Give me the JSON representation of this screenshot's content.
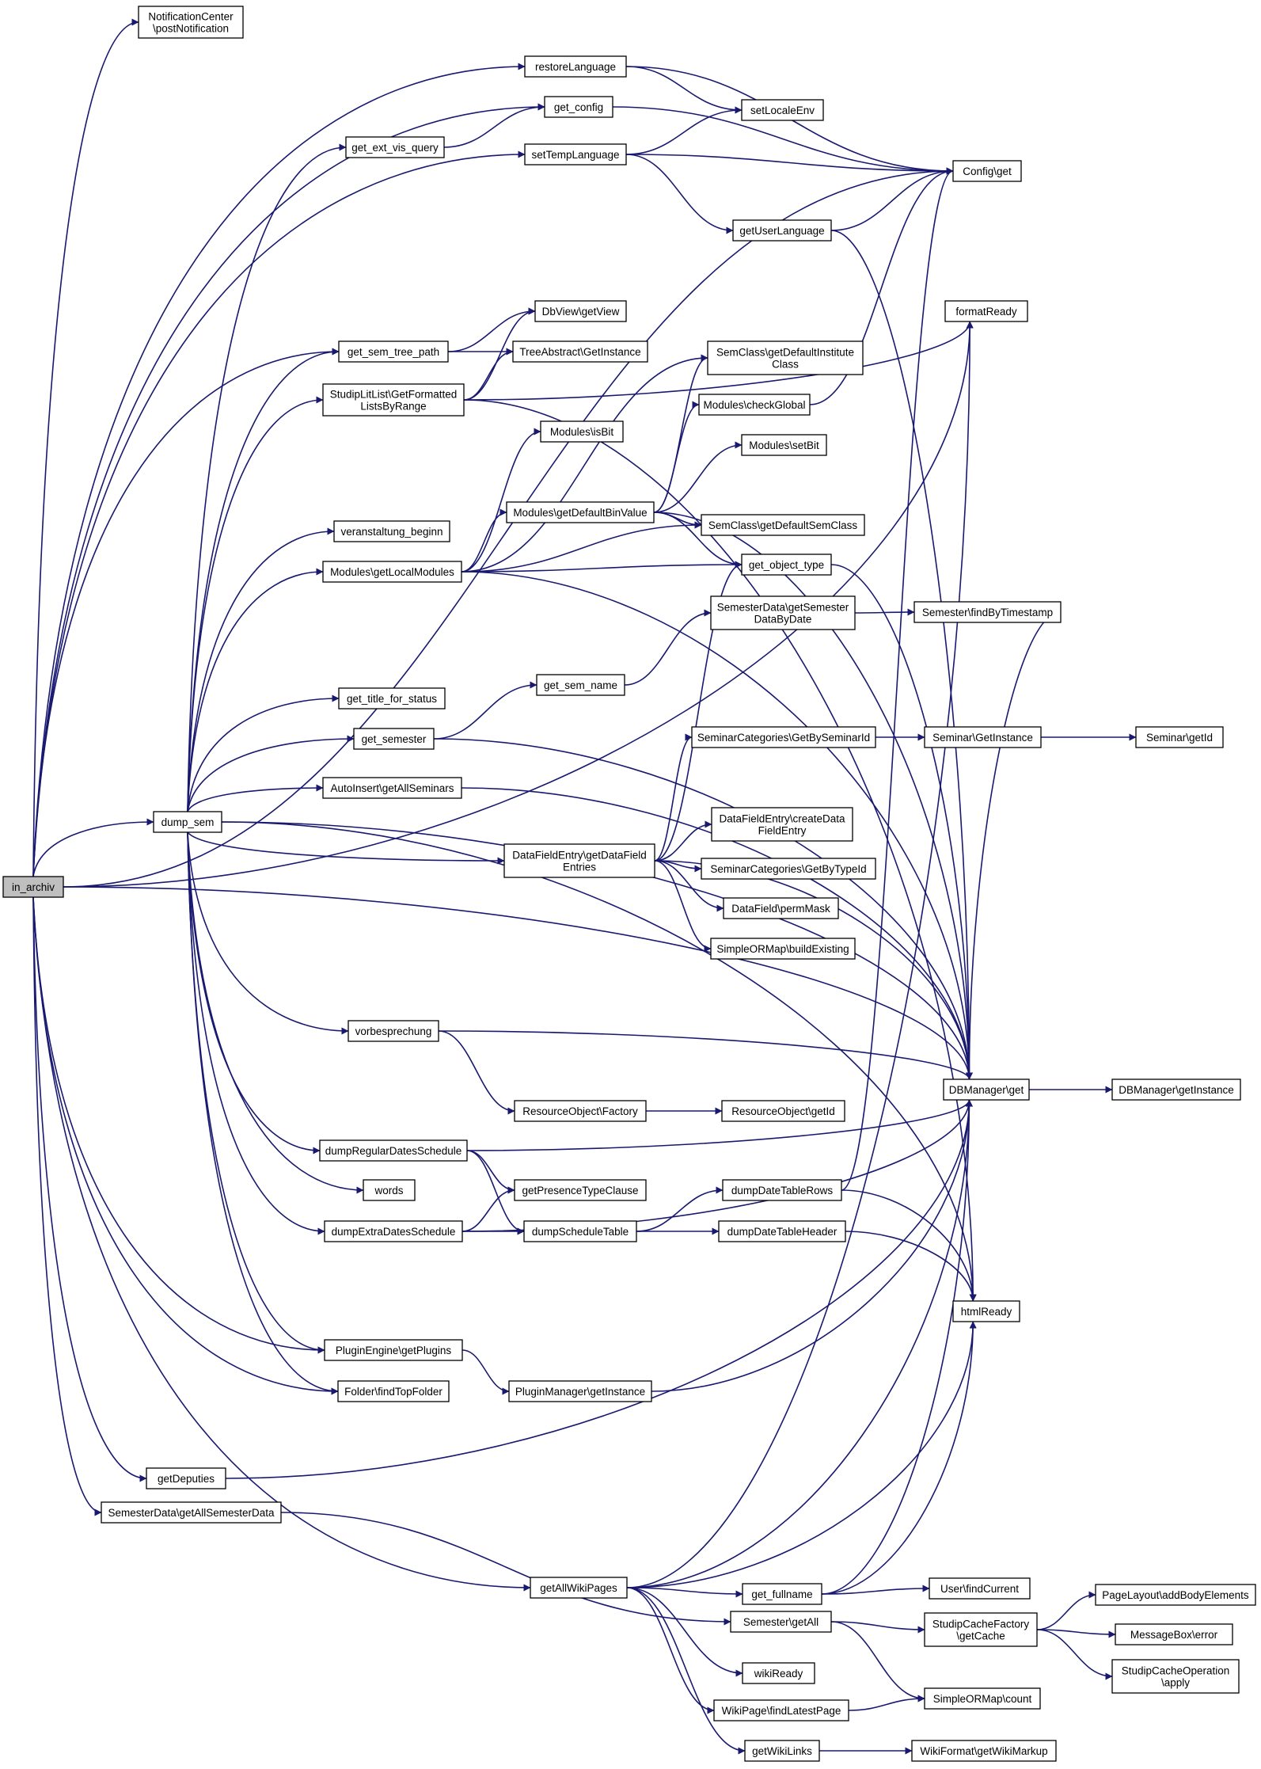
{
  "nodes": [
    {
      "id": "in_archiv",
      "lines": [
        "in_archiv"
      ],
      "root": true
    },
    {
      "id": "notification",
      "lines": [
        "NotificationCenter",
        "\\postNotification"
      ]
    },
    {
      "id": "restoreLanguage",
      "lines": [
        "restoreLanguage"
      ]
    },
    {
      "id": "get_config",
      "lines": [
        "get_config"
      ]
    },
    {
      "id": "setLocaleEnv",
      "lines": [
        "setLocaleEnv"
      ]
    },
    {
      "id": "get_ext_vis_query",
      "lines": [
        "get_ext_vis_query"
      ]
    },
    {
      "id": "setTempLanguage",
      "lines": [
        "setTempLanguage"
      ]
    },
    {
      "id": "config_get",
      "lines": [
        "Config\\get"
      ]
    },
    {
      "id": "getUserLanguage",
      "lines": [
        "getUserLanguage"
      ]
    },
    {
      "id": "formatReady",
      "lines": [
        "formatReady"
      ]
    },
    {
      "id": "dbview_getView",
      "lines": [
        "DbView\\getView"
      ]
    },
    {
      "id": "get_sem_tree_path",
      "lines": [
        "get_sem_tree_path"
      ]
    },
    {
      "id": "treeabstract",
      "lines": [
        "TreeAbstract\\GetInstance"
      ]
    },
    {
      "id": "studiplitlist",
      "lines": [
        "StudipLitList\\GetFormatted",
        "ListsByRange"
      ]
    },
    {
      "id": "semclass_inst",
      "lines": [
        "SemClass\\getDefaultInstitute",
        "Class"
      ]
    },
    {
      "id": "modules_checkGlobal",
      "lines": [
        "Modules\\checkGlobal"
      ]
    },
    {
      "id": "modules_isBit",
      "lines": [
        "Modules\\isBit"
      ]
    },
    {
      "id": "modules_setBit",
      "lines": [
        "Modules\\setBit"
      ]
    },
    {
      "id": "modules_getDefaultBinValue",
      "lines": [
        "Modules\\getDefaultBinValue"
      ]
    },
    {
      "id": "semclass_sem",
      "lines": [
        "SemClass\\getDefaultSemClass"
      ]
    },
    {
      "id": "veranstaltung_beginn",
      "lines": [
        "veranstaltung_beginn"
      ]
    },
    {
      "id": "modules_getLocalModules",
      "lines": [
        "Modules\\getLocalModules"
      ]
    },
    {
      "id": "get_object_type",
      "lines": [
        "get_object_type"
      ]
    },
    {
      "id": "semesterdata_bydate",
      "lines": [
        "SemesterData\\getSemester",
        "DataByDate"
      ]
    },
    {
      "id": "semester_findByTimestamp",
      "lines": [
        "Semester\\findByTimestamp"
      ]
    },
    {
      "id": "get_title_for_status",
      "lines": [
        "get_title_for_status"
      ]
    },
    {
      "id": "get_sem_name",
      "lines": [
        "get_sem_name"
      ]
    },
    {
      "id": "get_semester",
      "lines": [
        "get_semester"
      ]
    },
    {
      "id": "seminarcat_byseminar",
      "lines": [
        "SeminarCategories\\GetBySeminarId"
      ]
    },
    {
      "id": "seminar_getinstance",
      "lines": [
        "Seminar\\GetInstance"
      ]
    },
    {
      "id": "seminar_getid",
      "lines": [
        "Seminar\\getId"
      ]
    },
    {
      "id": "autoinsert",
      "lines": [
        "AutoInsert\\getAllSeminars"
      ]
    },
    {
      "id": "dump_sem",
      "lines": [
        "dump_sem"
      ]
    },
    {
      "id": "dfe_create",
      "lines": [
        "DataFieldEntry\\createData",
        "FieldEntry"
      ]
    },
    {
      "id": "dfe_get",
      "lines": [
        "DataFieldEntry\\getDataField",
        "Entries"
      ]
    },
    {
      "id": "seminarcat_bytype",
      "lines": [
        "SeminarCategories\\GetByTypeId"
      ]
    },
    {
      "id": "datafield_perm",
      "lines": [
        "DataField\\permMask"
      ]
    },
    {
      "id": "simpleormap_build",
      "lines": [
        "SimpleORMap\\buildExisting"
      ]
    },
    {
      "id": "vorbesprechung",
      "lines": [
        "vorbesprechung"
      ]
    },
    {
      "id": "dbmanager_get",
      "lines": [
        "DBManager\\get"
      ]
    },
    {
      "id": "dbmanager_inst",
      "lines": [
        "DBManager\\getInstance"
      ]
    },
    {
      "id": "resource_factory",
      "lines": [
        "ResourceObject\\Factory"
      ]
    },
    {
      "id": "resource_getid",
      "lines": [
        "ResourceObject\\getId"
      ]
    },
    {
      "id": "dumpRegular",
      "lines": [
        "dumpRegularDatesSchedule"
      ]
    },
    {
      "id": "words",
      "lines": [
        "words"
      ]
    },
    {
      "id": "getPresence",
      "lines": [
        "getPresenceTypeClause"
      ]
    },
    {
      "id": "dumpDateTableRows",
      "lines": [
        "dumpDateTableRows"
      ]
    },
    {
      "id": "dumpExtra",
      "lines": [
        "dumpExtraDatesSchedule"
      ]
    },
    {
      "id": "dumpScheduleTable",
      "lines": [
        "dumpScheduleTable"
      ]
    },
    {
      "id": "dumpDateTableHeader",
      "lines": [
        "dumpDateTableHeader"
      ]
    },
    {
      "id": "htmlReady",
      "lines": [
        "htmlReady"
      ]
    },
    {
      "id": "pluginengine",
      "lines": [
        "PluginEngine\\getPlugins"
      ]
    },
    {
      "id": "folder_top",
      "lines": [
        "Folder\\findTopFolder"
      ]
    },
    {
      "id": "pluginmanager",
      "lines": [
        "PluginManager\\getInstance"
      ]
    },
    {
      "id": "getDeputies",
      "lines": [
        "getDeputies"
      ]
    },
    {
      "id": "semdata_all",
      "lines": [
        "SemesterData\\getAllSemesterData"
      ]
    },
    {
      "id": "getAllWikiPages",
      "lines": [
        "getAllWikiPages"
      ]
    },
    {
      "id": "get_fullname",
      "lines": [
        "get_fullname"
      ]
    },
    {
      "id": "user_findCurrent",
      "lines": [
        "User\\findCurrent"
      ]
    },
    {
      "id": "pagelayout",
      "lines": [
        "PageLayout\\addBodyElements"
      ]
    },
    {
      "id": "semester_getAll",
      "lines": [
        "Semester\\getAll"
      ]
    },
    {
      "id": "cachefactory",
      "lines": [
        "StudipCacheFactory",
        "\\getCache"
      ]
    },
    {
      "id": "messagebox",
      "lines": [
        "MessageBox\\error"
      ]
    },
    {
      "id": "wikiReady",
      "lines": [
        "wikiReady"
      ]
    },
    {
      "id": "cacheop",
      "lines": [
        "StudipCacheOperation",
        "\\apply"
      ]
    },
    {
      "id": "wikipage_latest",
      "lines": [
        "WikiPage\\findLatestPage"
      ]
    },
    {
      "id": "simpleormap_count",
      "lines": [
        "SimpleORMap\\count"
      ]
    },
    {
      "id": "getWikiLinks",
      "lines": [
        "getWikiLinks"
      ]
    },
    {
      "id": "wikiformat",
      "lines": [
        "WikiFormat\\getWikiMarkup"
      ]
    }
  ],
  "edges": [
    [
      "in_archiv",
      "notification"
    ],
    [
      "in_archiv",
      "restoreLanguage"
    ],
    [
      "in_archiv",
      "get_config"
    ],
    [
      "in_archiv",
      "setTempLanguage"
    ],
    [
      "in_archiv",
      "config_get"
    ],
    [
      "in_archiv",
      "formatReady"
    ],
    [
      "in_archiv",
      "get_sem_tree_path"
    ],
    [
      "in_archiv",
      "dump_sem"
    ],
    [
      "in_archiv",
      "pluginengine"
    ],
    [
      "in_archiv",
      "folder_top"
    ],
    [
      "in_archiv",
      "dbmanager_get"
    ],
    [
      "in_archiv",
      "getDeputies"
    ],
    [
      "in_archiv",
      "semdata_all"
    ],
    [
      "in_archiv",
      "getAllWikiPages"
    ],
    [
      "restoreLanguage",
      "config_get"
    ],
    [
      "restoreLanguage",
      "setLocaleEnv"
    ],
    [
      "get_config",
      "config_get"
    ],
    [
      "get_ext_vis_query",
      "get_config"
    ],
    [
      "setTempLanguage",
      "setLocaleEnv"
    ],
    [
      "setTempLanguage",
      "config_get"
    ],
    [
      "setTempLanguage",
      "getUserLanguage"
    ],
    [
      "getUserLanguage",
      "config_get"
    ],
    [
      "getUserLanguage",
      "dbmanager_get"
    ],
    [
      "get_sem_tree_path",
      "dbview_getView"
    ],
    [
      "get_sem_tree_path",
      "treeabstract"
    ],
    [
      "studiplitlist",
      "dbview_getView"
    ],
    [
      "studiplitlist",
      "treeabstract"
    ],
    [
      "studiplitlist",
      "formatReady"
    ],
    [
      "studiplitlist",
      "htmlReady"
    ],
    [
      "modules_checkGlobal",
      "config_get"
    ],
    [
      "modules_getDefaultBinValue",
      "semclass_inst"
    ],
    [
      "modules_getDefaultBinValue",
      "modules_checkGlobal"
    ],
    [
      "modules_getDefaultBinValue",
      "modules_setBit"
    ],
    [
      "modules_getDefaultBinValue",
      "semclass_sem"
    ],
    [
      "modules_getDefaultBinValue",
      "get_object_type"
    ],
    [
      "modules_getDefaultBinValue",
      "dbmanager_get"
    ],
    [
      "modules_getLocalModules",
      "modules_isBit"
    ],
    [
      "modules_getLocalModules",
      "semclass_inst"
    ],
    [
      "modules_getLocalModules",
      "modules_getDefaultBinValue"
    ],
    [
      "modules_getLocalModules",
      "semclass_sem"
    ],
    [
      "modules_getLocalModules",
      "get_object_type"
    ],
    [
      "modules_getLocalModules",
      "dbmanager_get"
    ],
    [
      "get_object_type",
      "dbmanager_get"
    ],
    [
      "semesterdata_bydate",
      "semester_findByTimestamp"
    ],
    [
      "semester_findByTimestamp",
      "dbmanager_get"
    ],
    [
      "get_sem_name",
      "semesterdata_bydate"
    ],
    [
      "get_semester",
      "get_sem_name"
    ],
    [
      "get_semester",
      "dbmanager_get"
    ],
    [
      "seminarcat_byseminar",
      "seminar_getinstance"
    ],
    [
      "seminar_getinstance",
      "seminar_getid"
    ],
    [
      "autoinsert",
      "dbmanager_get"
    ],
    [
      "dump_sem",
      "get_ext_vis_query"
    ],
    [
      "dump_sem",
      "get_sem_tree_path"
    ],
    [
      "dump_sem",
      "studiplitlist"
    ],
    [
      "dump_sem",
      "veranstaltung_beginn"
    ],
    [
      "dump_sem",
      "modules_getLocalModules"
    ],
    [
      "dump_sem",
      "get_title_for_status"
    ],
    [
      "dump_sem",
      "get_semester"
    ],
    [
      "dump_sem",
      "autoinsert"
    ],
    [
      "dump_sem",
      "dfe_get"
    ],
    [
      "dump_sem",
      "vorbesprechung"
    ],
    [
      "dump_sem",
      "dumpRegular"
    ],
    [
      "dump_sem",
      "words"
    ],
    [
      "dump_sem",
      "dumpExtra"
    ],
    [
      "dump_sem",
      "htmlReady"
    ],
    [
      "dump_sem",
      "pluginengine"
    ],
    [
      "dump_sem",
      "folder_top"
    ],
    [
      "dump_sem",
      "dbmanager_get"
    ],
    [
      "dfe_get",
      "get_object_type"
    ],
    [
      "dfe_get",
      "seminarcat_byseminar"
    ],
    [
      "dfe_get",
      "dfe_create"
    ],
    [
      "dfe_get",
      "seminarcat_bytype"
    ],
    [
      "dfe_get",
      "datafield_perm"
    ],
    [
      "dfe_get",
      "simpleormap_build"
    ],
    [
      "dfe_get",
      "dbmanager_get"
    ],
    [
      "vorbesprechung",
      "dbmanager_get"
    ],
    [
      "vorbesprechung",
      "resource_factory"
    ],
    [
      "resource_factory",
      "resource_getid"
    ],
    [
      "dbmanager_get",
      "dbmanager_inst"
    ],
    [
      "dumpRegular",
      "dbmanager_get"
    ],
    [
      "dumpRegular",
      "getPresence"
    ],
    [
      "dumpRegular",
      "dumpScheduleTable"
    ],
    [
      "dumpExtra",
      "getPresence"
    ],
    [
      "dumpExtra",
      "dumpScheduleTable"
    ],
    [
      "dumpExtra",
      "dbmanager_get"
    ],
    [
      "dumpScheduleTable",
      "dumpDateTableRows"
    ],
    [
      "dumpScheduleTable",
      "dumpDateTableHeader"
    ],
    [
      "dumpDateTableRows",
      "config_get"
    ],
    [
      "dumpDateTableRows",
      "htmlReady"
    ],
    [
      "dumpDateTableHeader",
      "htmlReady"
    ],
    [
      "pluginengine",
      "pluginmanager"
    ],
    [
      "pluginmanager",
      "dbmanager_get"
    ],
    [
      "getDeputies",
      "dbmanager_get"
    ],
    [
      "semdata_all",
      "semester_getAll"
    ],
    [
      "getAllWikiPages",
      "formatReady"
    ],
    [
      "getAllWikiPages",
      "dbmanager_get"
    ],
    [
      "getAllWikiPages",
      "get_fullname"
    ],
    [
      "getAllWikiPages",
      "htmlReady"
    ],
    [
      "getAllWikiPages",
      "wikiReady"
    ],
    [
      "getAllWikiPages",
      "wikipage_latest"
    ],
    [
      "getAllWikiPages",
      "getWikiLinks"
    ],
    [
      "get_fullname",
      "dbmanager_get"
    ],
    [
      "get_fullname",
      "htmlReady"
    ],
    [
      "get_fullname",
      "user_findCurrent"
    ],
    [
      "semester_getAll",
      "cachefactory"
    ],
    [
      "semester_getAll",
      "simpleormap_count"
    ],
    [
      "cachefactory",
      "pagelayout"
    ],
    [
      "cachefactory",
      "messagebox"
    ],
    [
      "cachefactory",
      "cacheop"
    ],
    [
      "wikipage_latest",
      "simpleormap_count"
    ],
    [
      "getWikiLinks",
      "wikiformat"
    ]
  ]
}
